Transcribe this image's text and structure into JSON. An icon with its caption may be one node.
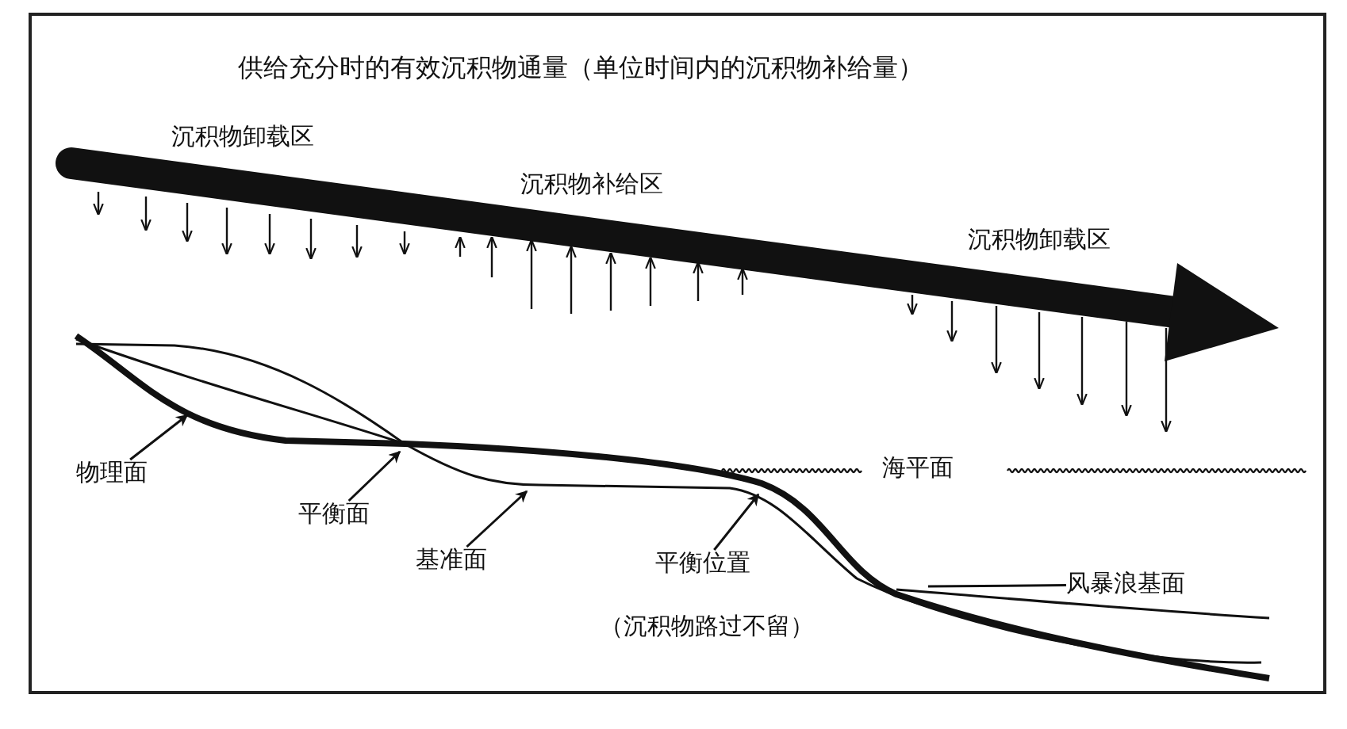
{
  "diagram": {
    "title": "供给充分时的有效沉积物通量（单位时间内的沉积物补给量）",
    "nodes": [
      {
        "text": [
          "物理面"
        ]
      },
      {
        "text": [
          "平衡面"
        ]
      },
      {
        "text": [
          "基准面"
        ]
      },
      {
        "text": [
          "平衡位置"
        ],
        "beside": [
          "（沉积物路过不留）"
        ]
      },
      {
        "text": [
          "风暴浪基面"
        ]
      }
    ],
    "edges": [
      {
        "from": 0,
        "to": null,
        "arrow": "to"
      },
      {
        "from": 1,
        "to": null,
        "arrow": "to"
      },
      {
        "from": 2,
        "to": null,
        "arrow": "to"
      },
      {
        "from": 3,
        "to": null,
        "arrow": "to"
      },
      {
        "from": 4,
        "to": null,
        "arrow": "none"
      }
    ],
    "labels": [
      "沉积物卸载区",
      "沉积物补给区",
      "沉积物卸载区",
      "海平面"
    ]
  }
}
